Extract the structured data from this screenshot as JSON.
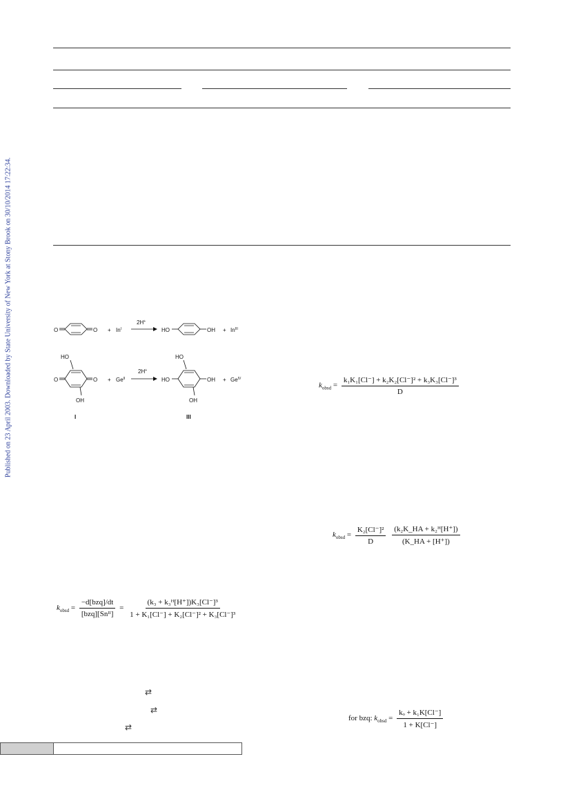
{
  "sidebar": {
    "text": "Published on 23 April 2003. Downloaded by State University of New York at Stony Brook on 30/10/2014 17:22:34."
  },
  "scheme": {
    "reaction1": {
      "reactant": "In",
      "reactant_sup": "I",
      "reagent": "2H",
      "reagent_sup": "+",
      "product": "In",
      "product_sup": "III",
      "plus": "+"
    },
    "reaction2": {
      "reactant": "Ge",
      "reactant_sup": "II",
      "reagent": "2H",
      "reagent_sup": "+",
      "product": "Ge",
      "product_sup": "IV",
      "plus": "+",
      "label_left": "I",
      "label_right": "III"
    },
    "atoms": {
      "o": "O",
      "oh": "OH",
      "ho": "HO"
    }
  },
  "equations": {
    "kobsd_symbol": "k",
    "kobsd_sub": "obsd",
    "eq1": {
      "num": "k₁K₁[Cl⁻] + k₂K₂[Cl⁻]² + k₃K₃[Cl⁻]³",
      "den": "D"
    },
    "eq2": {
      "num_left": "K₂[Cl⁻]²",
      "den_left": "D",
      "num_right": "(k₂K_HA + k₂ᴴ[H⁺])",
      "den_right": "(K_HA + [H⁺])"
    },
    "eq3": {
      "num_left": "−d[bzq]/dt",
      "den_left": "[bzq][Snᴵᴵ]",
      "num_right": "(k₃ + k₃ᴴ[H⁺])K₃[Cl⁻]³",
      "den_right": "1 + K₁[Cl⁻] + K₂[Cl⁻]² + K₃[Cl⁻]³"
    },
    "eq4": {
      "prefix": "for bzq:",
      "num": "kₒ + k₁K[Cl⁻]",
      "den": "1 + K[Cl⁻]"
    },
    "equals": "="
  }
}
